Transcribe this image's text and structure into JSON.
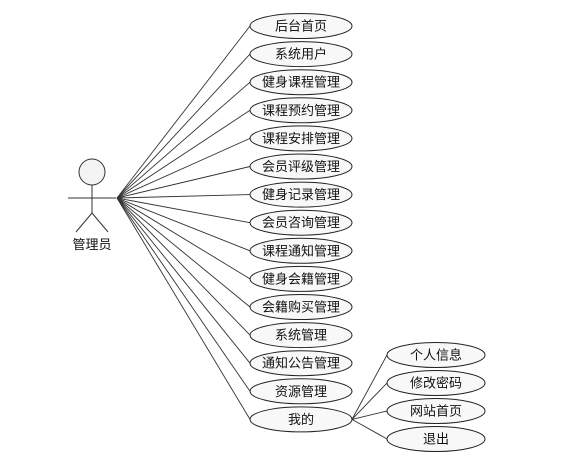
{
  "actor": {
    "label": "管理员",
    "icon": "stick-figure-actor-icon"
  },
  "use_cases": [
    {
      "id": "home",
      "label": "后台首页"
    },
    {
      "id": "system-user",
      "label": "系统用户"
    },
    {
      "id": "fitness-course",
      "label": "健身课程管理"
    },
    {
      "id": "course-booking",
      "label": "课程预约管理"
    },
    {
      "id": "course-schedule",
      "label": "课程安排管理"
    },
    {
      "id": "member-rating",
      "label": "会员评级管理"
    },
    {
      "id": "fitness-record",
      "label": "健身记录管理"
    },
    {
      "id": "member-consult",
      "label": "会员咨询管理"
    },
    {
      "id": "course-notice",
      "label": "课程通知管理"
    },
    {
      "id": "fitness-membership",
      "label": "健身会籍管理"
    },
    {
      "id": "membership-purchase",
      "label": "会籍购买管理"
    },
    {
      "id": "system-manage",
      "label": "系统管理"
    },
    {
      "id": "announcement",
      "label": "通知公告管理"
    },
    {
      "id": "resource",
      "label": "资源管理"
    },
    {
      "id": "mine",
      "label": "我的"
    }
  ],
  "sub_cases": [
    {
      "id": "personal-info",
      "label": "个人信息"
    },
    {
      "id": "change-password",
      "label": "修改密码"
    },
    {
      "id": "site-home",
      "label": "网站首页"
    },
    {
      "id": "logout",
      "label": "退出"
    }
  ]
}
